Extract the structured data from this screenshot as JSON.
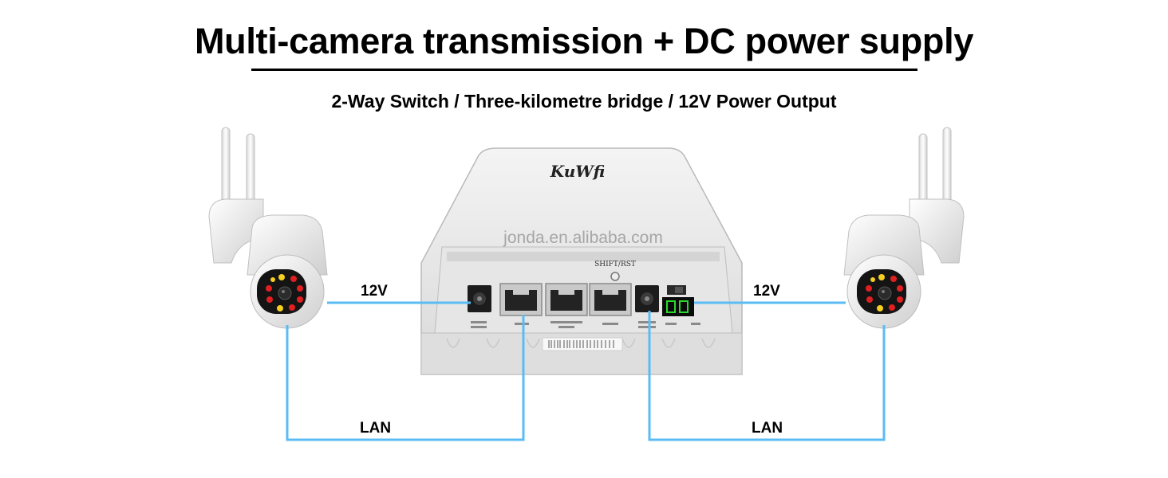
{
  "title": "Multi-camera transmission + DC power supply",
  "subtitle": "2-Way Switch / Three-kilometre bridge / 12V Power Output",
  "labels": {
    "power_left": "12V",
    "power_right": "12V",
    "lan_left": "LAN",
    "lan_right": "LAN"
  },
  "device": {
    "brand": "KuWfi",
    "button_label": "SHIFT/RST",
    "watermark": "jonda.en.alibaba.com"
  },
  "colors": {
    "cable": "#5bbcf5",
    "led_display": "#2bd92b",
    "camera_ir_led": "#e02020",
    "camera_white_led": "#f5d020"
  }
}
